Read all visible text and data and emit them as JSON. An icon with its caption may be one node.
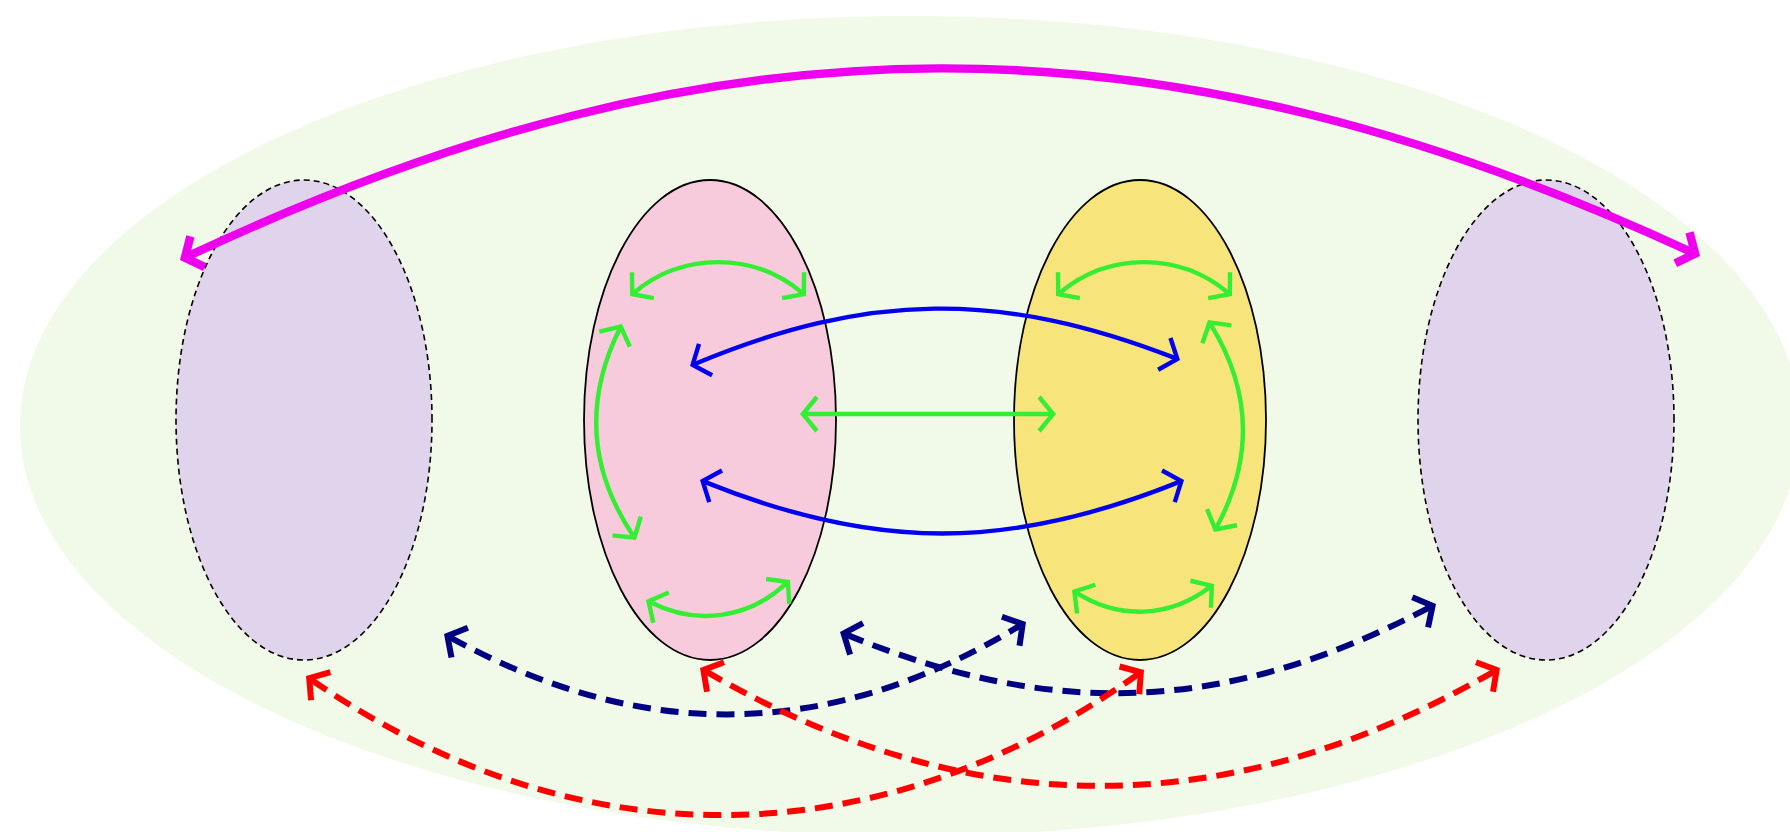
{
  "diagram": {
    "nodes": [
      {
        "text": [],
        "shape": "ellipse"
      },
      {
        "text": [],
        "shape": "ellipse",
        "in": 0
      },
      {
        "text": [],
        "shape": "ellipse",
        "in": 0
      },
      {
        "text": [],
        "shape": "ellipse",
        "in": 0
      },
      {
        "text": [],
        "shape": "ellipse",
        "in": 0
      }
    ],
    "edges": [
      {
        "from": 1,
        "to": 4,
        "arrow": "both",
        "style": "thick",
        "color": "#ee00ee"
      },
      {
        "from": 2,
        "to": 3,
        "arrow": "both",
        "color": "#0000ee"
      },
      {
        "from": 2,
        "to": 3,
        "arrow": "both"
      },
      {
        "from": 2,
        "to": 3,
        "arrow": "both",
        "color": "#0000ee"
      },
      {
        "from": 2,
        "to": 2,
        "arrow": "both"
      },
      {
        "from": 2,
        "to": 2,
        "arrow": "both"
      },
      {
        "from": 2,
        "to": 2,
        "arrow": "both"
      },
      {
        "from": 3,
        "to": 3,
        "arrow": "both"
      },
      {
        "from": 3,
        "to": 3,
        "arrow": "both"
      },
      {
        "from": 3,
        "to": 3,
        "arrow": "both"
      },
      {
        "from": 1,
        "to": 3,
        "arrow": "both",
        "style": "dashed",
        "color": "#000080"
      },
      {
        "from": 2,
        "to": 4,
        "arrow": "both",
        "style": "dashed",
        "color": "#000080"
      },
      {
        "from": 1,
        "to": 3,
        "arrow": "both",
        "style": "dashed",
        "color": "#ff0000"
      },
      {
        "from": 2,
        "to": 4,
        "arrow": "both",
        "style": "dashed",
        "color": "#ff0000"
      }
    ]
  }
}
